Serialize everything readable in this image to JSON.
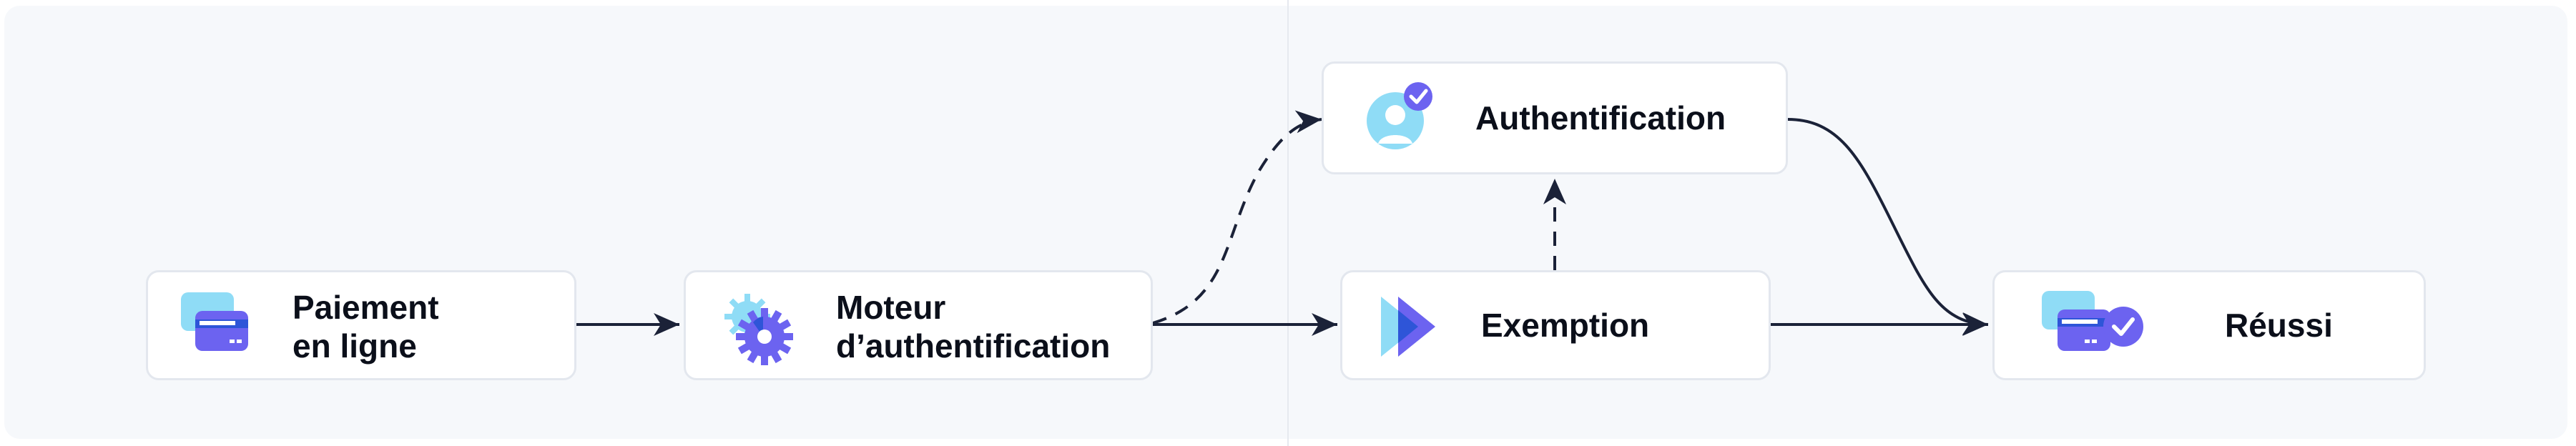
{
  "nodes": {
    "payment": {
      "label": "Paiement\nen ligne",
      "icon": "card-icon"
    },
    "engine": {
      "label": "Moteur\nd’authentification",
      "icon": "gears-icon"
    },
    "exemption": {
      "label": "Exemption",
      "icon": "play-icon"
    },
    "authentication": {
      "label": "Authentification",
      "icon": "user-check-icon"
    },
    "success": {
      "label": "Réussi",
      "icon": "card-check-icon"
    }
  },
  "edges": [
    {
      "from": "payment",
      "to": "engine",
      "style": "solid"
    },
    {
      "from": "engine",
      "to": "exemption",
      "style": "solid"
    },
    {
      "from": "engine",
      "to": "authentication",
      "style": "dashed"
    },
    {
      "from": "exemption",
      "to": "authentication",
      "style": "dashed"
    },
    {
      "from": "exemption",
      "to": "success",
      "style": "solid"
    },
    {
      "from": "authentication",
      "to": "success",
      "style": "solid"
    }
  ],
  "colors": {
    "background": "#f6f8fb",
    "node_border": "#e3e7ee",
    "arrow": "#1b2238",
    "icon_purple": "#6c63f0",
    "icon_blue": "#2e55d8",
    "icon_cyan": "#8fdcf6"
  }
}
